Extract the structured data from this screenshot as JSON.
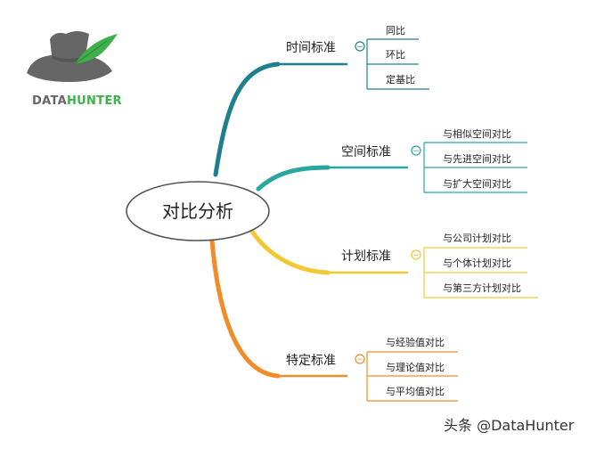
{
  "logo": {
    "text_dark": "DATA",
    "text_green": "HUNTER"
  },
  "center": "对比分析",
  "colors": {
    "teal": "#1f7f8d",
    "cyan": "#2aa6a0",
    "yellow": "#f2c935",
    "orange": "#f28c28",
    "logo_gray": "#666666",
    "logo_green": "#3fb04a"
  },
  "branches": [
    {
      "label": "时间标准",
      "color": "teal",
      "collapse": "−",
      "leaves": [
        "同比",
        "环比",
        "定基比"
      ]
    },
    {
      "label": "空间标准",
      "color": "cyan",
      "collapse": "−",
      "leaves": [
        "与相似空间对比",
        "与先进空间对比",
        "与扩大空间对比"
      ]
    },
    {
      "label": "计划标准",
      "color": "yellow",
      "collapse": "−",
      "leaves": [
        "与公司计划对比",
        "与个体计划对比",
        "与第三方计划对比"
      ]
    },
    {
      "label": "特定标准",
      "color": "orange",
      "collapse": "−",
      "leaves": [
        "与经验值对比",
        "与理论值对比",
        "与平均值对比"
      ]
    }
  ],
  "watermark": "头条 @DataHunter"
}
